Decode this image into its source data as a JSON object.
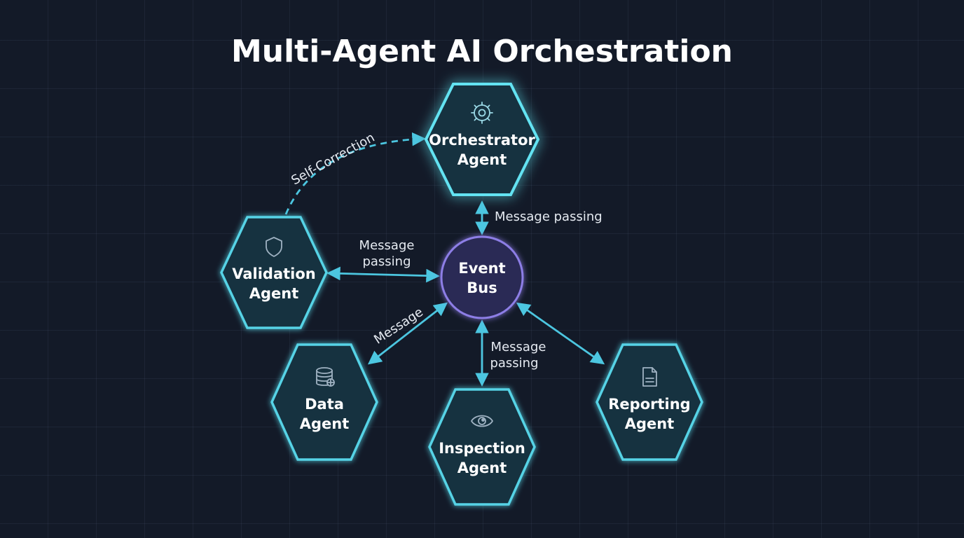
{
  "title": "Multi-Agent AI Orchestration",
  "nodes": {
    "orchestrator": {
      "line1": "Orchestrator",
      "line2": "Agent",
      "icon": "gear-icon"
    },
    "event_bus": {
      "line1": "Event",
      "line2": "Bus"
    },
    "validation": {
      "line1": "Validation",
      "line2": "Agent",
      "icon": "shield-icon"
    },
    "data": {
      "line1": "Data",
      "line2": "Agent",
      "icon": "database-icon"
    },
    "inspection": {
      "line1": "Inspection",
      "line2": "Agent",
      "icon": "eye-icon"
    },
    "reporting": {
      "line1": "Reporting",
      "line2": "Agent",
      "icon": "document-icon"
    }
  },
  "edges": {
    "orchestrator_bus": {
      "label": "Message passing"
    },
    "validation_bus": {
      "line1": "Message",
      "line2": "passing"
    },
    "data_bus": {
      "label": "Message"
    },
    "inspection_bus": {
      "line1": "Message",
      "line2": "passing"
    },
    "self_correction": {
      "label": "Self-Correction"
    }
  },
  "colors": {
    "background": "#131a28",
    "node_stroke": "#56d3e6",
    "node_fill": "#17303f",
    "bus_stroke": "#8d7ee6",
    "bus_fill": "#2b2a55",
    "connector": "#4cc6e0"
  }
}
